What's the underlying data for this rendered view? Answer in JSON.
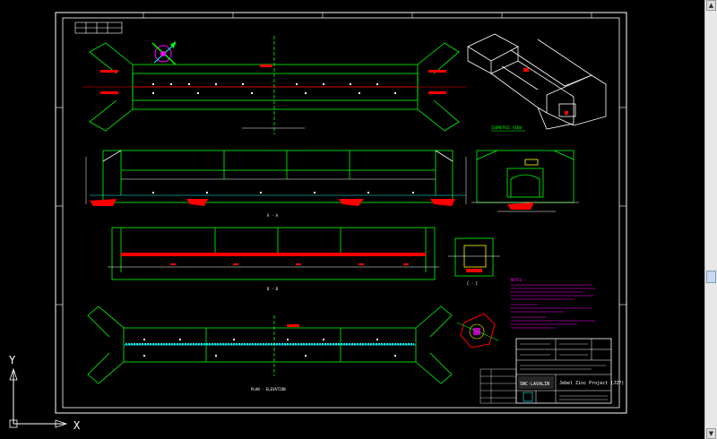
{
  "ucs": {
    "x_label": "X",
    "y_label": "Y"
  },
  "title_block": {
    "company": "SNC·LAVALIN",
    "project": "Jebel Zinc Project (JZP)"
  },
  "views": {
    "isometric_label": "ISOMETRIC VIEW",
    "section_a": "A - A",
    "section_b": "B - B",
    "section_c": "C - C",
    "plan_label": "PLAN - ELEVATION",
    "notes_heading": "NOTES :"
  },
  "colors": {
    "background": "#000000",
    "frame": "#ffffff",
    "structure": "#00ff00",
    "detail": "#ffff00",
    "dimension": "#ff0000",
    "annotation": "#ff00ff",
    "highlight": "#00ffff"
  },
  "scrollbar": {
    "up": "▲",
    "down": "▼"
  }
}
